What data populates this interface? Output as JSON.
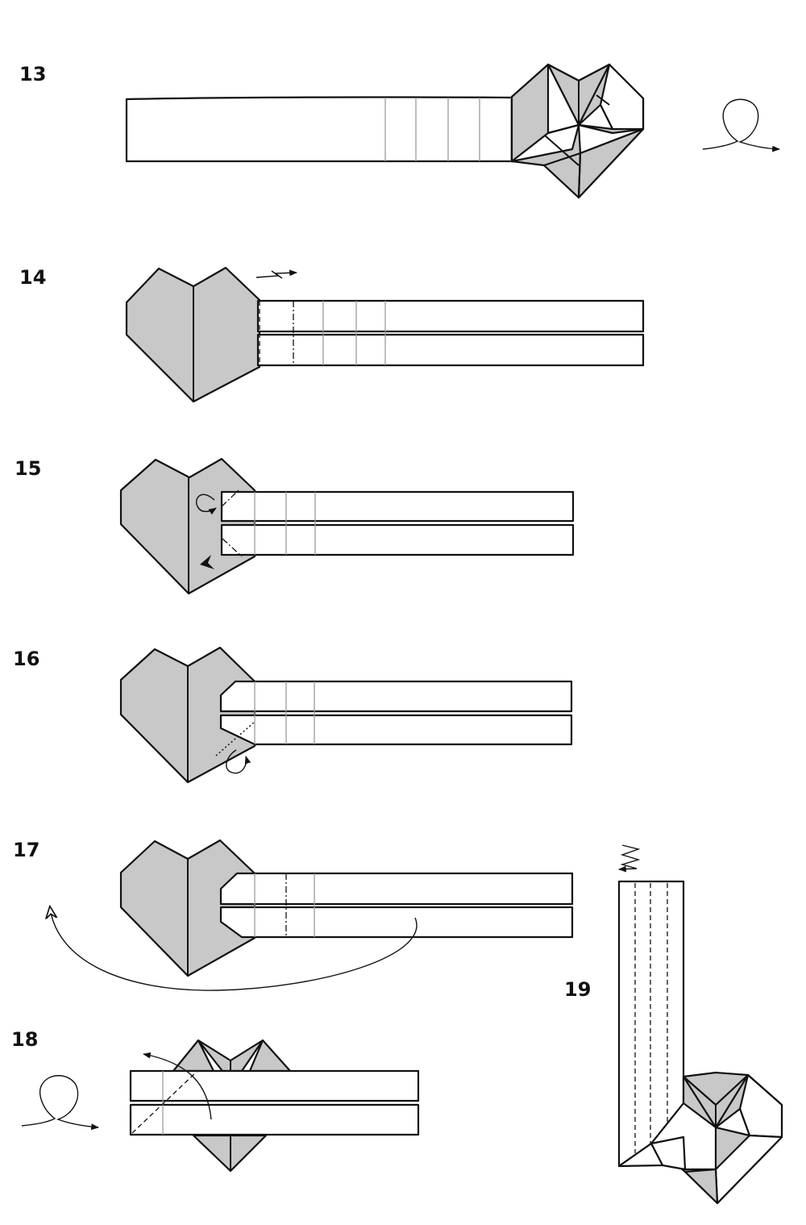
{
  "steps": [
    {
      "label": "13"
    },
    {
      "label": "14"
    },
    {
      "label": "15"
    },
    {
      "label": "16"
    },
    {
      "label": "17"
    },
    {
      "label": "18"
    },
    {
      "label": "19"
    }
  ],
  "colors": {
    "paper_front": "#ffffff",
    "paper_back": "#c8c8c8",
    "line": "#111111"
  },
  "icons": [
    "turn-over-icon",
    "pleat-arrow-icon",
    "fold-arrow-icon",
    "mountain-fold-arrow-icon"
  ]
}
